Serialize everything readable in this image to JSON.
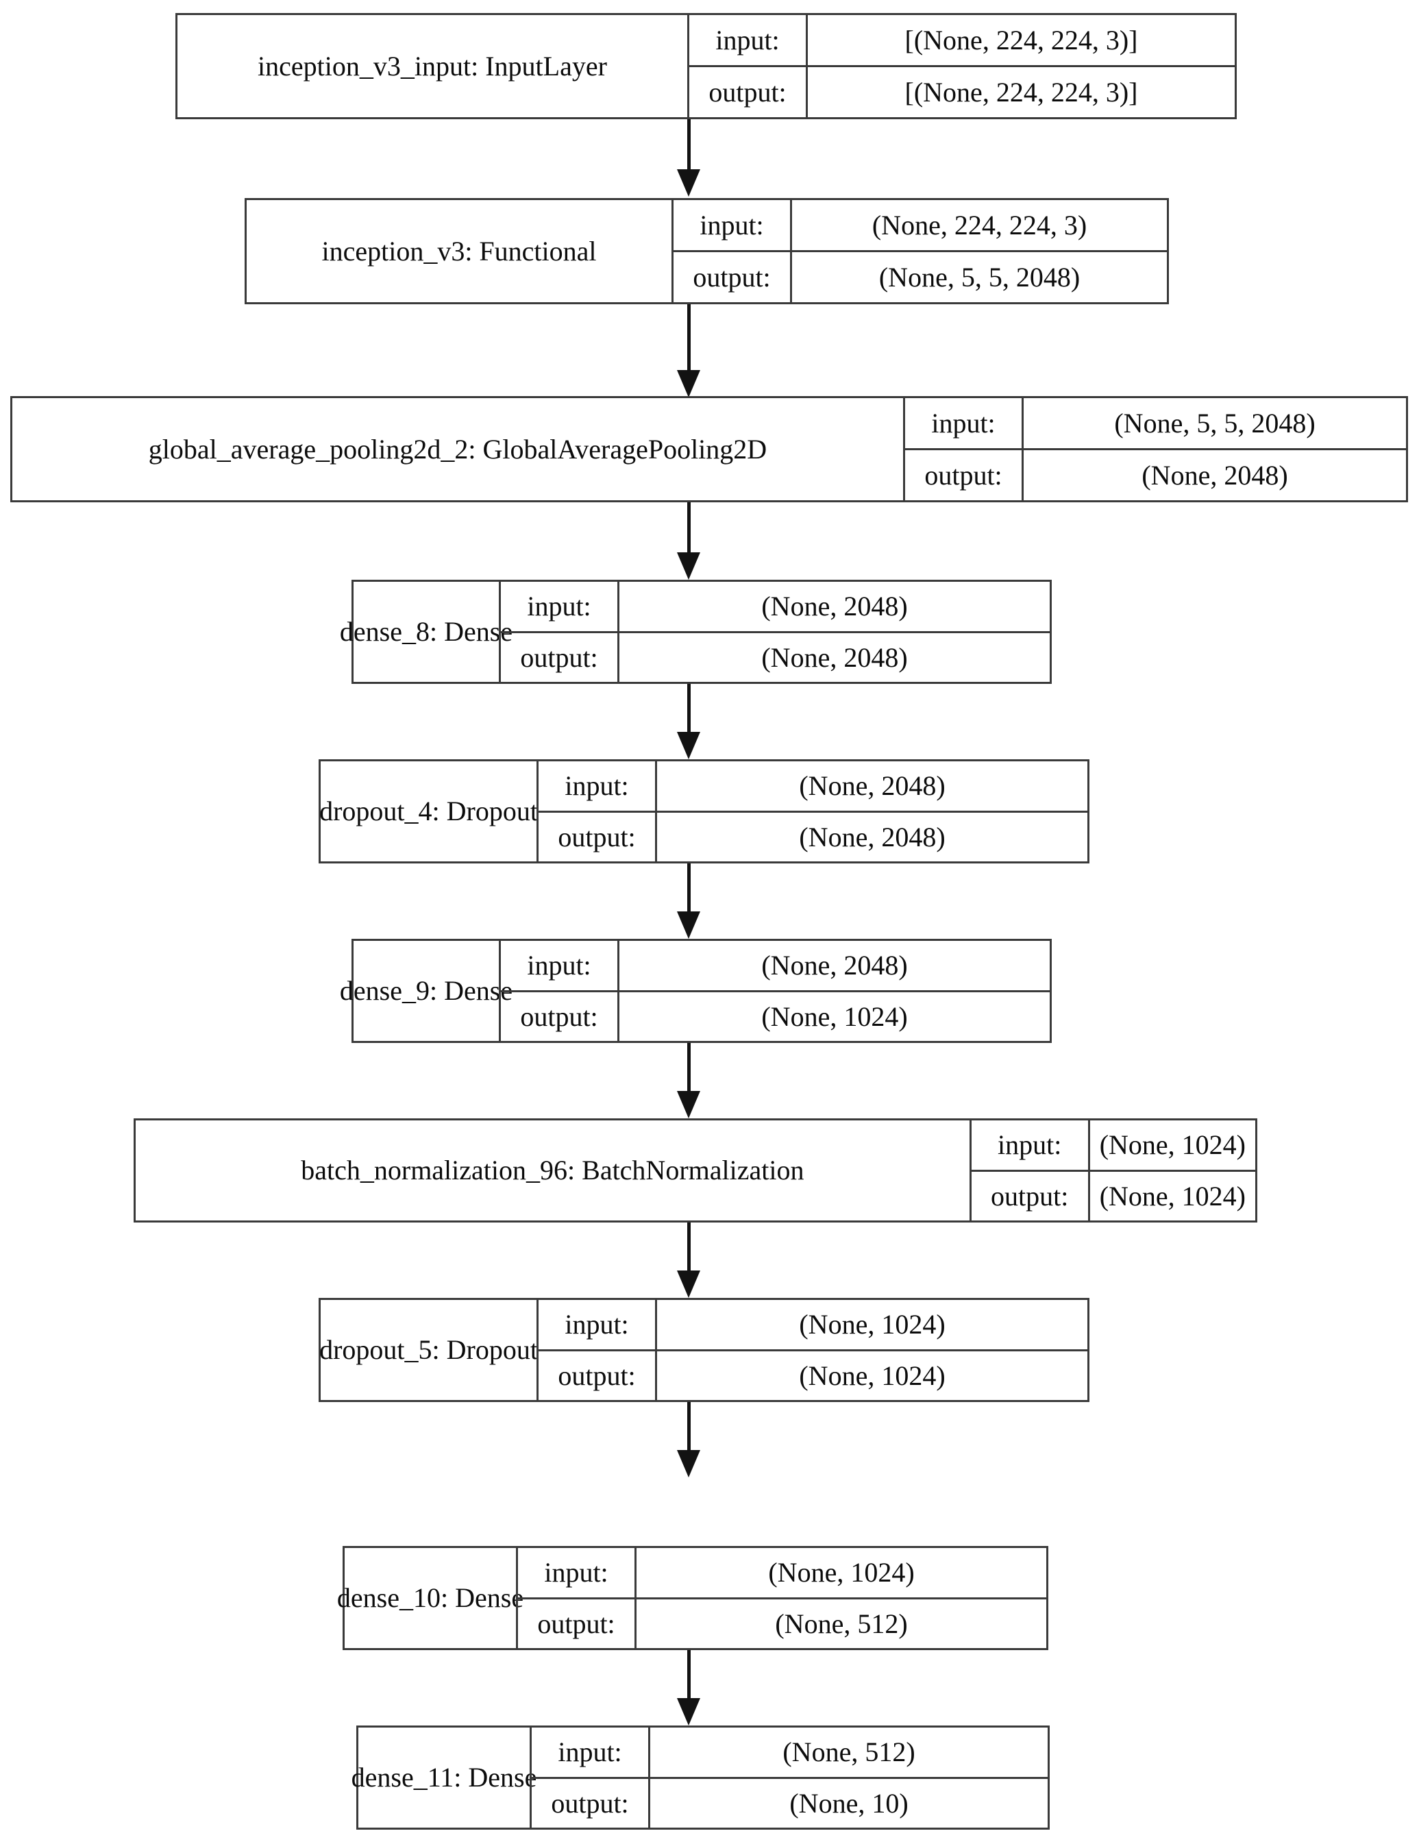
{
  "diagram": {
    "title": "Keras model architecture graph",
    "io_labels": {
      "input": "input:",
      "output": "output:"
    },
    "colors": {
      "border": "#3a3a3a",
      "arrow": "#121212",
      "text": "#0c0c0c",
      "background": "#ffffff"
    },
    "nodes": [
      {
        "id": "inception_v3_input",
        "name": "inception_v3_input: InputLayer",
        "input_label": "input:",
        "output_label": "output:",
        "input_shape": "[(None, 224, 224, 3)]",
        "output_shape": "[(None, 224, 224, 3)]"
      },
      {
        "id": "inception_v3",
        "name": "inception_v3: Functional",
        "input_label": "input:",
        "output_label": "output:",
        "input_shape": "(None, 224, 224, 3)",
        "output_shape": "(None, 5, 5, 2048)"
      },
      {
        "id": "global_average_pooling2d_2",
        "name": "global_average_pooling2d_2: GlobalAveragePooling2D",
        "input_label": "input:",
        "output_label": "output:",
        "input_shape": "(None, 5, 5, 2048)",
        "output_shape": "(None, 2048)"
      },
      {
        "id": "dense_8",
        "name": "dense_8: Dense",
        "input_label": "input:",
        "output_label": "output:",
        "input_shape": "(None, 2048)",
        "output_shape": "(None, 2048)"
      },
      {
        "id": "dropout_4",
        "name": "dropout_4: Dropout",
        "input_label": "input:",
        "output_label": "output:",
        "input_shape": "(None, 2048)",
        "output_shape": "(None, 2048)"
      },
      {
        "id": "dense_9",
        "name": "dense_9: Dense",
        "input_label": "input:",
        "output_label": "output:",
        "input_shape": "(None, 2048)",
        "output_shape": "(None, 1024)"
      },
      {
        "id": "batch_normalization_96",
        "name": "batch_normalization_96: BatchNormalization",
        "input_label": "input:",
        "output_label": "output:",
        "input_shape": "(None, 1024)",
        "output_shape": "(None, 1024)"
      },
      {
        "id": "dropout_5",
        "name": "dropout_5: Dropout",
        "input_label": "input:",
        "output_label": "output:",
        "input_shape": "(None, 1024)",
        "output_shape": "(None, 1024)"
      },
      {
        "id": "dense_10",
        "name": "dense_10: Dense",
        "input_label": "input:",
        "output_label": "output:",
        "input_shape": "(None, 1024)",
        "output_shape": "(None, 512)"
      },
      {
        "id": "dense_11",
        "name": "dense_11: Dense",
        "input_label": "input:",
        "output_label": "output:",
        "input_shape": "(None, 512)",
        "output_shape": "(None, 10)"
      }
    ],
    "edges": [
      {
        "from": "inception_v3_input",
        "to": "inception_v3"
      },
      {
        "from": "inception_v3",
        "to": "global_average_pooling2d_2"
      },
      {
        "from": "global_average_pooling2d_2",
        "to": "dense_8"
      },
      {
        "from": "dense_8",
        "to": "dropout_4"
      },
      {
        "from": "dropout_4",
        "to": "dense_9"
      },
      {
        "from": "dense_9",
        "to": "batch_normalization_96"
      },
      {
        "from": "batch_normalization_96",
        "to": "dropout_5"
      },
      {
        "from": "dropout_5",
        "to": "dense_10"
      },
      {
        "from": "dense_10",
        "to": "dense_11"
      }
    ]
  }
}
